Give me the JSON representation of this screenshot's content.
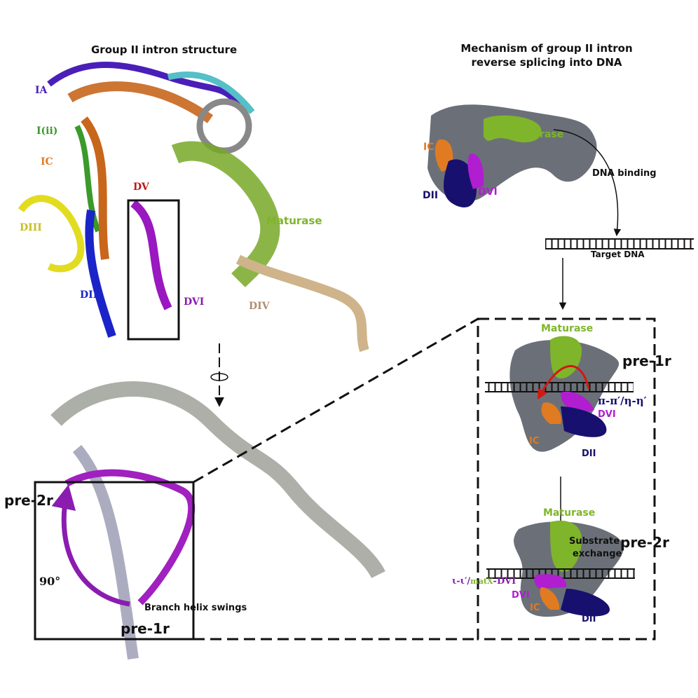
{
  "left_panel": {
    "title": "Group II intron structure",
    "labels": {
      "ia": "IA",
      "iii": "I(ii)",
      "ic": "IC",
      "dv": "DV",
      "diii": "DIII",
      "maturase": "Maturase",
      "dvi": "DVI",
      "dii": "DII",
      "div": "DIV"
    },
    "bottom": {
      "pre2r": "pre-2r",
      "angle": "90°",
      "swing": "Branch helix swings",
      "pre1r": "pre-1r"
    }
  },
  "right_panel": {
    "title_line1": "Mechanism of group II intron",
    "title_line2": "reverse splicing into DNA",
    "top": {
      "maturase": "Maturase",
      "ic": "IC",
      "dvi": "DVI",
      "dii": "DII"
    },
    "dna_binding": "DNA binding",
    "target_dna": "Target DNA",
    "state1": {
      "maturase": "Maturase",
      "name": "pre-1r",
      "interaction": "π-π′/η-η′",
      "dvi": "DVI",
      "ic": "IC",
      "dii": "DII"
    },
    "substrate_line1": "Substrate",
    "substrate_line2": "exchange",
    "state2": {
      "maturase": "Maturase",
      "name": "pre-2r",
      "interaction_a": "ι-ι′/",
      "interaction_b": "matX",
      "interaction_c": "-DVI",
      "dvi": "DVI",
      "ic": "IC",
      "dii": "DII"
    }
  },
  "colors": {
    "maturase": "#7fb52a",
    "ic": "#e07b22",
    "dvi": "#b01ed0",
    "dii": "#17106e",
    "gray": "#6b7078",
    "dna": "#111111",
    "red": "#d01a10"
  }
}
